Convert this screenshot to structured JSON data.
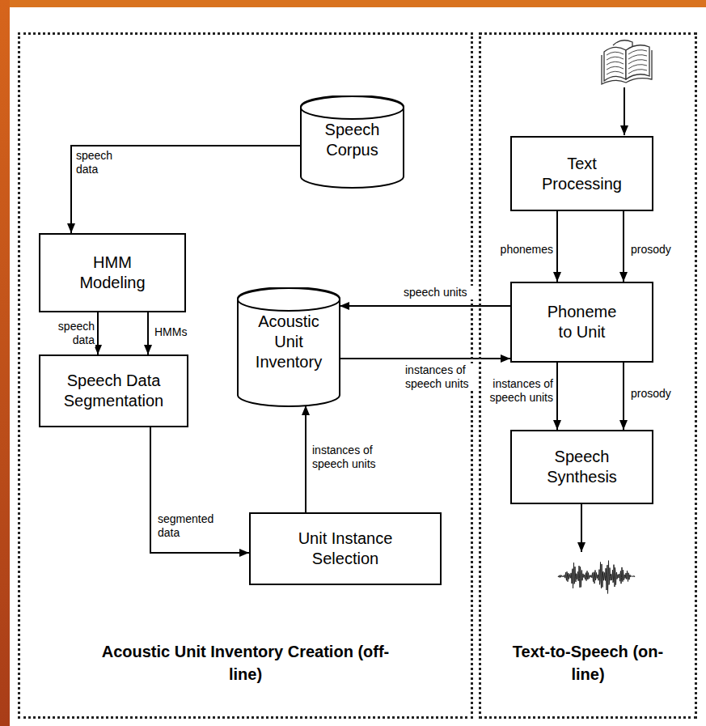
{
  "diagram": {
    "nodes": [
      {
        "text": [
          "Acoustic Unit Inventory Creation (off-line)"
        ]
      },
      {
        "text": [
          "Text-to-Speech (on-line)"
        ]
      },
      {
        "text": [
          "Speech Corpus"
        ],
        "in": 0
      },
      {
        "text": [
          "HMM Modeling"
        ],
        "in": 0
      },
      {
        "text": [
          "Acoustic Unit Inventory"
        ],
        "in": 0
      },
      {
        "text": [
          "Speech Data Segmentation"
        ],
        "in": 0
      },
      {
        "text": [
          "Unit Instance Selection"
        ],
        "in": 0
      },
      {
        "text": [
          "Text Processing"
        ],
        "in": 1
      },
      {
        "text": [
          "Phoneme to Unit"
        ],
        "in": 1
      },
      {
        "text": [
          "Speech Synthesis"
        ],
        "in": 1
      }
    ],
    "edges": [
      {
        "from": 2,
        "to": 3,
        "label": "speech data",
        "arrow": "to"
      },
      {
        "from": 3,
        "to": 5,
        "label": "speech data",
        "arrow": "to"
      },
      {
        "from": 3,
        "to": 5,
        "label": "HMMs",
        "arrow": "to"
      },
      {
        "from": 5,
        "to": 6,
        "label": "segmented data",
        "arrow": "to"
      },
      {
        "from": 6,
        "to": 4,
        "label": "instances of speech units",
        "arrow": "to"
      },
      {
        "from": 8,
        "to": 4,
        "label": "speech units",
        "arrow": "to"
      },
      {
        "from": 4,
        "to": 8,
        "label": "instances of speech units",
        "arrow": "to"
      },
      {
        "from": 7,
        "to": 8,
        "label": "phonemes",
        "arrow": "to"
      },
      {
        "from": 7,
        "to": 8,
        "label": "prosody",
        "arrow": "to"
      },
      {
        "from": 8,
        "to": 9,
        "label": "instances of speech units",
        "arrow": "to"
      },
      {
        "from": 8,
        "to": 9,
        "label": "prosody",
        "arrow": "to"
      }
    ]
  }
}
